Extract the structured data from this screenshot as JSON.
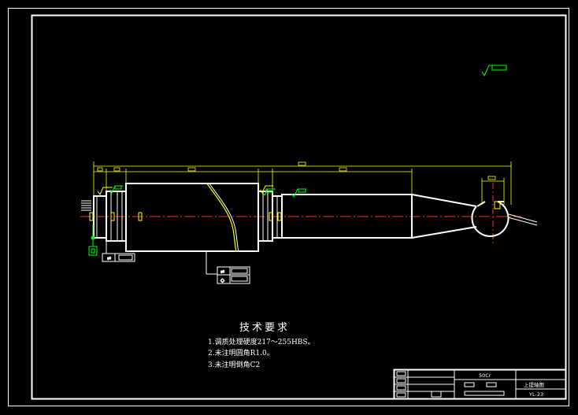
{
  "tech_requirements": {
    "heading": "技术要求",
    "items": [
      "1.调质处理硬度217～255HBS。",
      "2.未注明圆角R1.0。",
      "3.未注明倒角C2"
    ]
  },
  "title_block": {
    "material": "50Cr",
    "part_name": "上提轴图",
    "drawing_number": "YL-23"
  },
  "colors": {
    "background": "#000000",
    "outline": "#ffffff",
    "dimension": "#ffff00",
    "centerline": "#ff2a2a",
    "annotation": "#00ff00"
  }
}
